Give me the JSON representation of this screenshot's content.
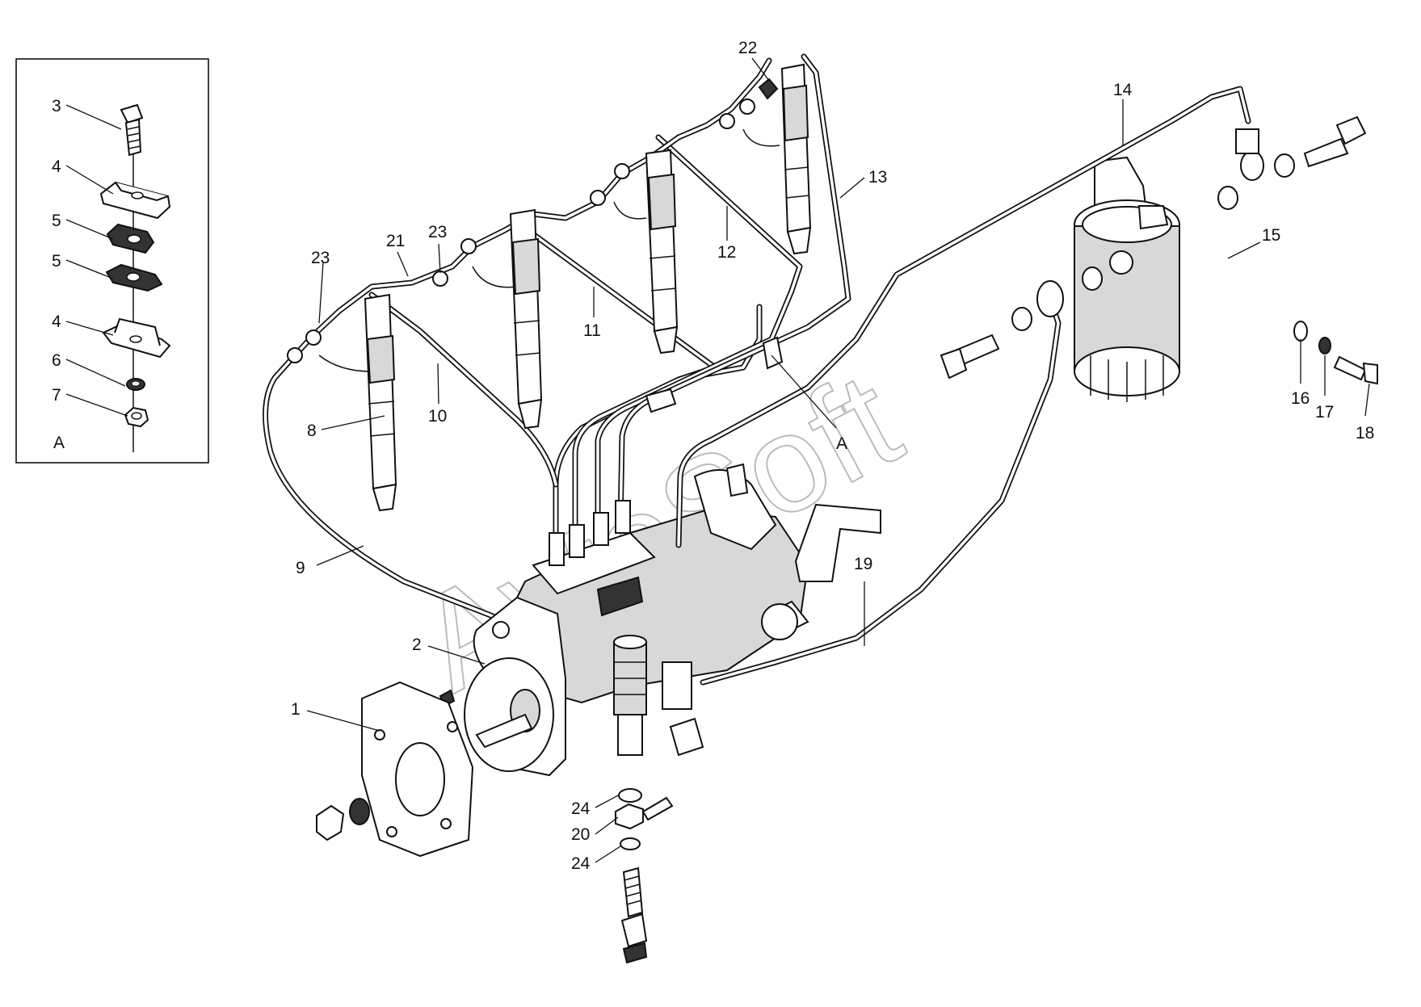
{
  "diagram": {
    "watermark": "AvtoSoft",
    "inset_label": "A",
    "view_marker": "A",
    "inset_callouts": [
      {
        "id": "3",
        "text": "3"
      },
      {
        "id": "4a",
        "text": "4"
      },
      {
        "id": "5a",
        "text": "5"
      },
      {
        "id": "5b",
        "text": "5"
      },
      {
        "id": "4b",
        "text": "4"
      },
      {
        "id": "6",
        "text": "6"
      },
      {
        "id": "7",
        "text": "7"
      }
    ],
    "callouts": [
      {
        "id": "1",
        "text": "1"
      },
      {
        "id": "2",
        "text": "2"
      },
      {
        "id": "8",
        "text": "8"
      },
      {
        "id": "9",
        "text": "9"
      },
      {
        "id": "10",
        "text": "10"
      },
      {
        "id": "11",
        "text": "11"
      },
      {
        "id": "12",
        "text": "12"
      },
      {
        "id": "13",
        "text": "13"
      },
      {
        "id": "14",
        "text": "14"
      },
      {
        "id": "15",
        "text": "15"
      },
      {
        "id": "16",
        "text": "16"
      },
      {
        "id": "17",
        "text": "17"
      },
      {
        "id": "18",
        "text": "18"
      },
      {
        "id": "19",
        "text": "19"
      },
      {
        "id": "20",
        "text": "20"
      },
      {
        "id": "21",
        "text": "21"
      },
      {
        "id": "22",
        "text": "22"
      },
      {
        "id": "23a",
        "text": "23"
      },
      {
        "id": "23b",
        "text": "23"
      },
      {
        "id": "24a",
        "text": "24"
      },
      {
        "id": "24b",
        "text": "24"
      }
    ]
  }
}
